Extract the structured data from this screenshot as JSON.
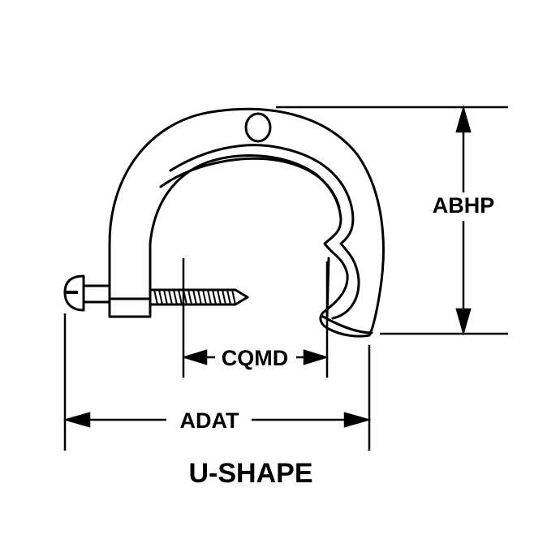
{
  "dimensions": {
    "height_label": "ABHP",
    "inner_width_label": "CQMD",
    "overall_width_label": "ADAT"
  },
  "caption": "U-SHAPE",
  "colors": {
    "line": "#000000",
    "background": "#ffffff"
  }
}
